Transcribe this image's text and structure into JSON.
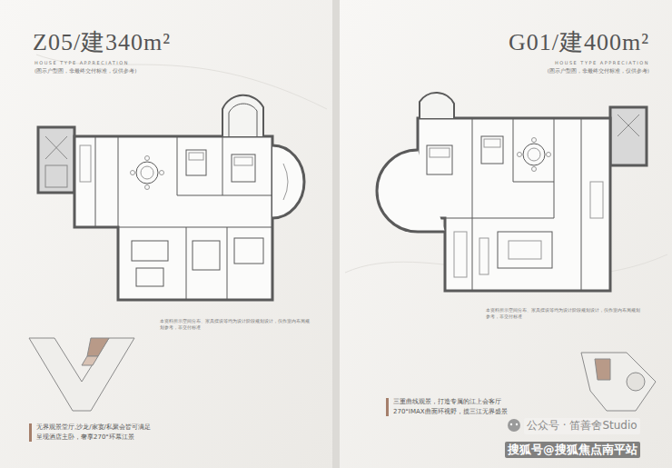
{
  "diagram": {
    "labels": [
      "Z05/建340m²",
      "HOUSE TYPE APPRECIATION",
      "(图示户型图，非最终交付标准，仅供参考)",
      "本资料所示空间分布、家具摆设等均为设计阶段规划设计，仅作室内布局规划参考，非交付标准",
      "无界观景堂厅,沙龙/家宴/私聚会皆可满足",
      "呈现酒店主卧，奢享270°环幕江景",
      "G01/建400m²",
      "HOUSE TYPE APPRECIATION",
      "(图示户型图，非最终交付标准，仅供参考)",
      "本资料所示空间分布、家具摆设等均为设计阶段规划设计，仅作室内布局规划参考，非交付标准",
      "三重曲线观景，打造专属的江上会客厅",
      "270°IMAX曲面环视野，揽三江无界盛景",
      "公众号 · 笛善舍Studio",
      "搜狐号@搜狐焦点南平站"
    ]
  }
}
